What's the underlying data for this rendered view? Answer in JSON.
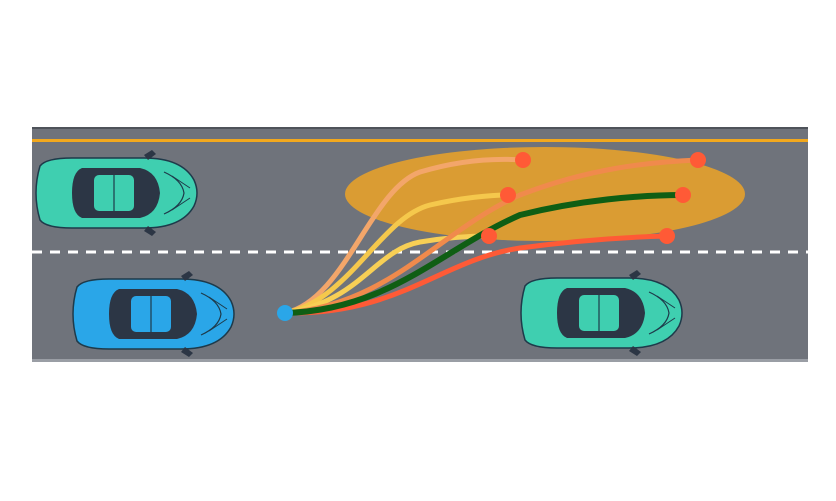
{
  "scene": {
    "colors": {
      "background": "#ffffff",
      "road": "#6f737b",
      "road_edge": "#5a5e66",
      "yellow_line": "#f2a81d",
      "lane_divider": "#ffffff",
      "goal_region": "#e5a12b",
      "start_point": "#2aa6e8",
      "end_point": "#ff5a36",
      "ego_car": "#2aa6e8",
      "other_car": "#3fcfb0",
      "car_glass": "#2c3645"
    },
    "icons": [
      "ego-car-icon",
      "other-car-icon"
    ],
    "trajectories": [
      {
        "color": "#f3a66a",
        "role": "candidate"
      },
      {
        "color": "#f5c84c",
        "role": "candidate"
      },
      {
        "color": "#f7cf55",
        "role": "candidate"
      },
      {
        "color": "#f08a4c",
        "role": "candidate"
      },
      {
        "color": "#ff5a36",
        "role": "candidate"
      },
      {
        "color": "#0f5e14",
        "role": "selected"
      }
    ]
  }
}
